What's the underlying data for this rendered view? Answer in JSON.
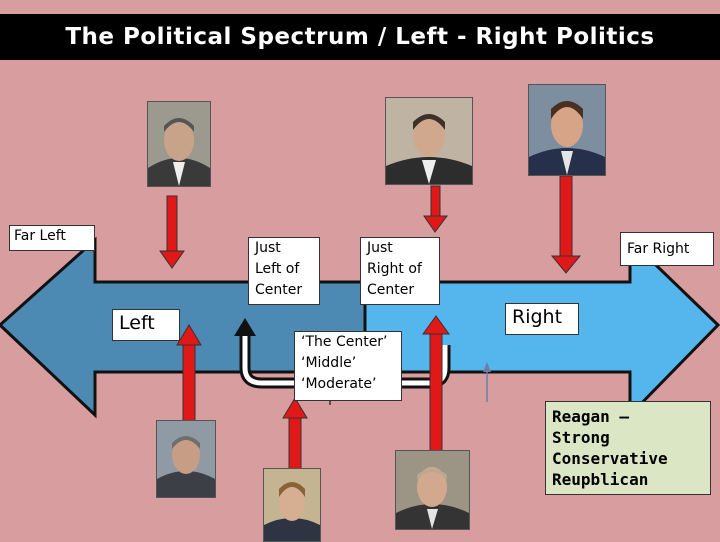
{
  "title": "The Political Spectrum / Left - Right Politics",
  "labels": {
    "far_left": "Far Left",
    "left": "Left",
    "just_left": [
      "Just",
      "Left of",
      "Center"
    ],
    "just_right": [
      "Just",
      "Right of",
      "Center"
    ],
    "center": [
      "‘The Center’",
      "‘Middle’",
      "‘Moderate’"
    ],
    "right": "Right",
    "far_right": "Far Right"
  },
  "note": [
    "Reagan –",
    "Strong",
    "Conservative",
    "Reupblican"
  ],
  "colors": {
    "background": "#d79d9f",
    "left_arrow": "#4c8ab4",
    "right_arrow": "#55b6ee",
    "pointer": "#e01818",
    "note_bg": "#dbe7c4"
  }
}
